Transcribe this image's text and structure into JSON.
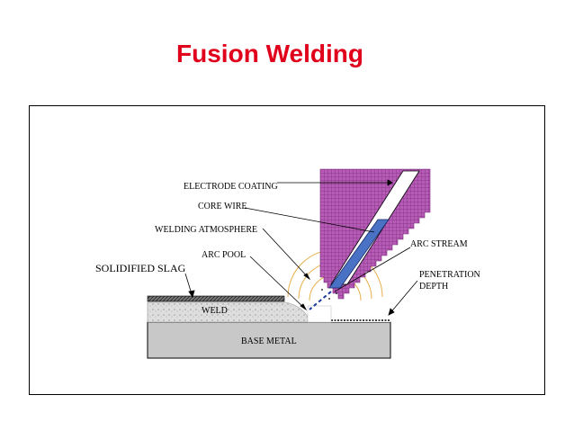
{
  "title": "Fusion Welding",
  "labels": {
    "electrode_coating": "ELECTRODE COATING",
    "core_wire": "CORE WIRE",
    "welding_atmosphere": "WELDING ATMOSPHERE",
    "arc_pool": "ARC POOL",
    "solidified_slag": "SOLIDIFIED SLAG",
    "arc_stream": "ARC STREAM",
    "penetration_depth_1": "PENETRATION",
    "penetration_depth_2": "DEPTH",
    "weld": "WELD",
    "base_metal": "BASE METAL"
  },
  "colors": {
    "title": "#e0001b",
    "coating": "#a64ca6",
    "core_wire": "#4a72c4",
    "arc": "#e8b04a",
    "base_metal": "#c8c8c8",
    "weld": "#dcdcdc"
  }
}
